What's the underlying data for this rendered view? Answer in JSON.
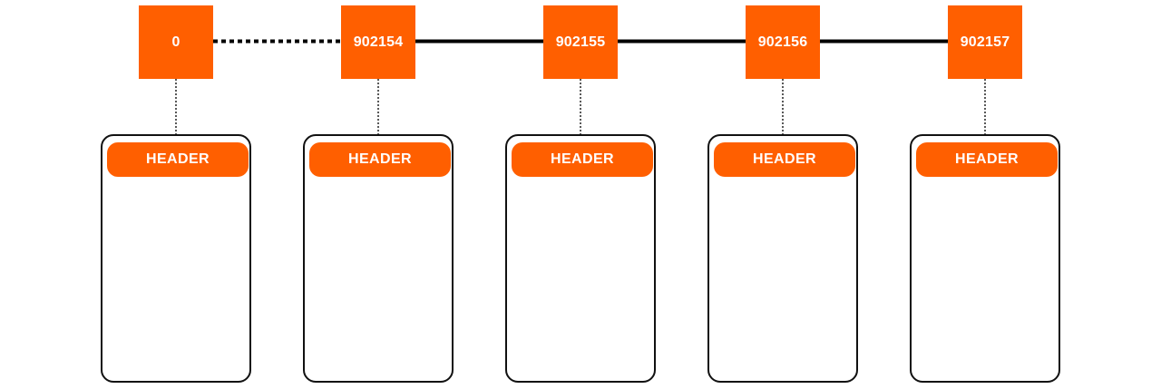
{
  "colors": {
    "accent": "#ff5f00",
    "line": "#000000",
    "border": "#111111"
  },
  "chain": {
    "blocks": [
      {
        "label": "0",
        "header": "HEADER"
      },
      {
        "label": "902154",
        "header": "HEADER"
      },
      {
        "label": "902155",
        "header": "HEADER"
      },
      {
        "label": "902156",
        "header": "HEADER"
      },
      {
        "label": "902157",
        "header": "HEADER"
      }
    ],
    "links": [
      {
        "style": "dotted"
      },
      {
        "style": "solid"
      },
      {
        "style": "solid"
      },
      {
        "style": "solid"
      }
    ]
  }
}
